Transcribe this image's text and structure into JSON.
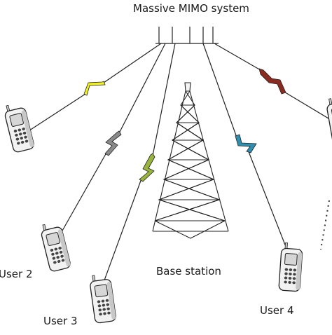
{
  "title": "Massive MIMO system",
  "base_station_label": "Base station",
  "users": [
    {
      "label": "",
      "link_color": "#f2f21a"
    },
    {
      "label": "User 2",
      "link_color": "#8a8a8a"
    },
    {
      "label": "User 3",
      "link_color": "#98b43c"
    },
    {
      "label": "User 4",
      "link_color": "#2f8fae"
    },
    {
      "label": "",
      "link_color": "#8b2a20"
    }
  ],
  "icons": {
    "phone": "mobile-phone-icon",
    "tower": "transmission-tower-icon",
    "antenna": "antenna-array-icon"
  }
}
